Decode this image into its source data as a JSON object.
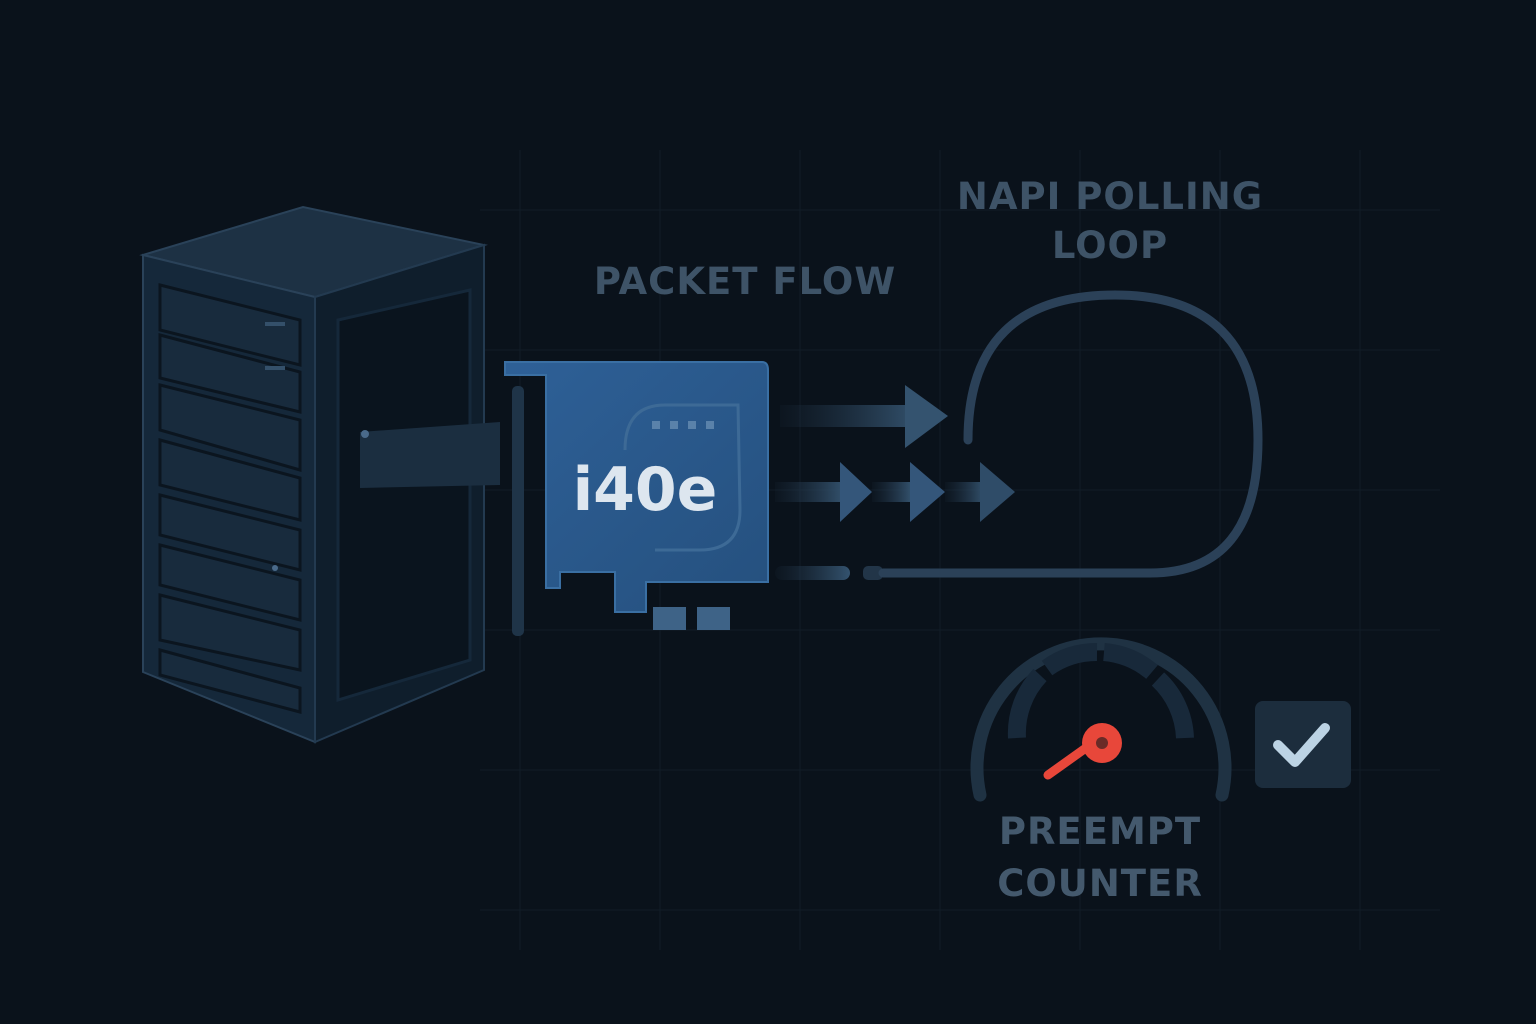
{
  "labels": {
    "packet_flow": "PACKET FLOW",
    "napi_line1": "NAPI POLLING",
    "napi_line2": "LOOP",
    "preempt_line1": "PREEMPT",
    "preempt_line2": "COUNTER"
  },
  "nic": {
    "name": "i40e"
  },
  "icons": [
    "server-tower-icon",
    "nic-card-icon",
    "arrow-right-icon",
    "loop-icon",
    "gauge-icon",
    "checkmark-icon"
  ],
  "gauge": {
    "needle_color": "#e8473a"
  },
  "checkbox": {
    "checked": true
  },
  "colors": {
    "background": "#0a121b",
    "nic": "#2b5b8c",
    "accent": "#34536f",
    "label": "#3e5367"
  }
}
